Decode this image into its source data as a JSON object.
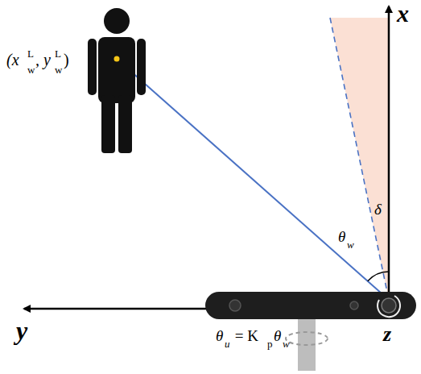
{
  "diagram": {
    "labels": [
      "(x",
      "w",
      "L",
      ", y",
      "w",
      "L",
      ")",
      "x",
      "y",
      "z",
      "θ",
      "w",
      "δ",
      "θ",
      "u",
      " = K",
      "p",
      "θ",
      "w"
    ]
  }
}
